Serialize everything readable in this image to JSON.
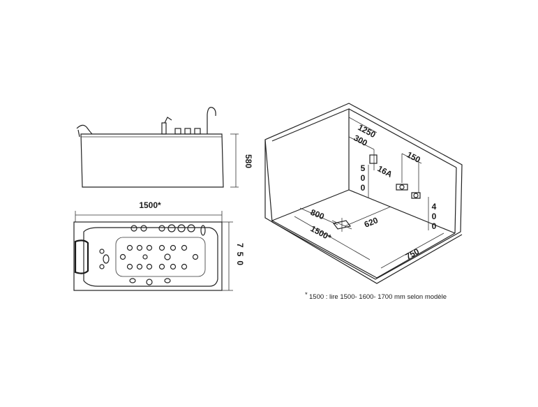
{
  "side_view": {
    "height_label": "580"
  },
  "top_view": {
    "length_label": "1500*",
    "width_label": "750"
  },
  "room_view": {
    "wall_width": "1250",
    "faucet_offset": "300",
    "socket_label": "16A",
    "socket_height": "500",
    "pipe_offset": "150",
    "pipe_height": "400",
    "drain_from_wall": "800",
    "drain_from_side": "620",
    "tub_length": "1500*",
    "tub_width": "750"
  },
  "footnote": {
    "asterisk": "*",
    "text": "1500 :  lire 1500- 1600- 1700 mm selon modèle"
  }
}
